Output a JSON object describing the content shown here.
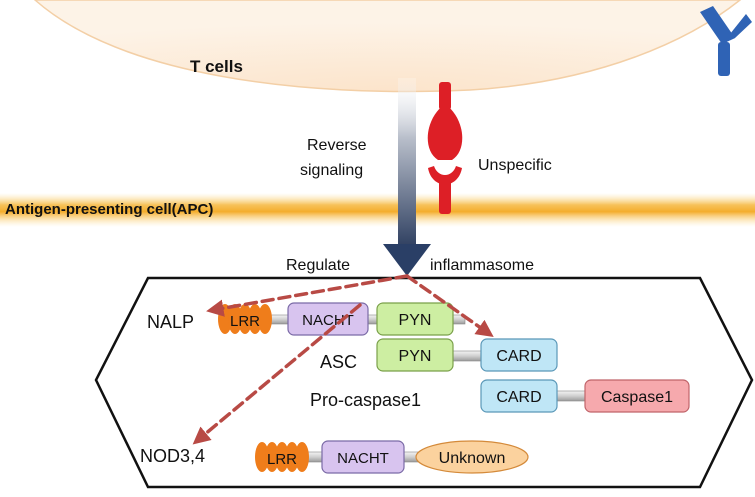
{
  "tcell_label": "T cells",
  "apc_label": "Antigen-presenting cell(APC)",
  "reverse_label_1": "Reverse",
  "reverse_label_2": "signaling",
  "unspecific_label": "Unspecific",
  "regulate_label": "Regulate",
  "inflammasome_label": "inflammasome",
  "nalp_label": "NALP",
  "asc_label": "ASC",
  "procaspase_label": "Pro-caspase1",
  "nod_label": "NOD3,4",
  "domains": {
    "lrr": "LRR",
    "nacht": "NACHT",
    "pyn": "PYN",
    "card": "CARD",
    "caspase1": "Caspase1",
    "unknown": "Unknown"
  },
  "colors": {
    "tcell_fill": "#fde6cf",
    "membrane": "#f5b335",
    "receptor": "#dd1f26",
    "antibody": "#2f63b5",
    "signal_arrow": "#2a3f66",
    "dashed_arrow": "#b84a45",
    "lrr": "#ef7d1b",
    "nacht": "#d8c4ef",
    "pyn": "#cdeea2",
    "card": "#bfe6f6",
    "caspase1": "#f6a9ad",
    "unknown": "#fbd29e"
  }
}
